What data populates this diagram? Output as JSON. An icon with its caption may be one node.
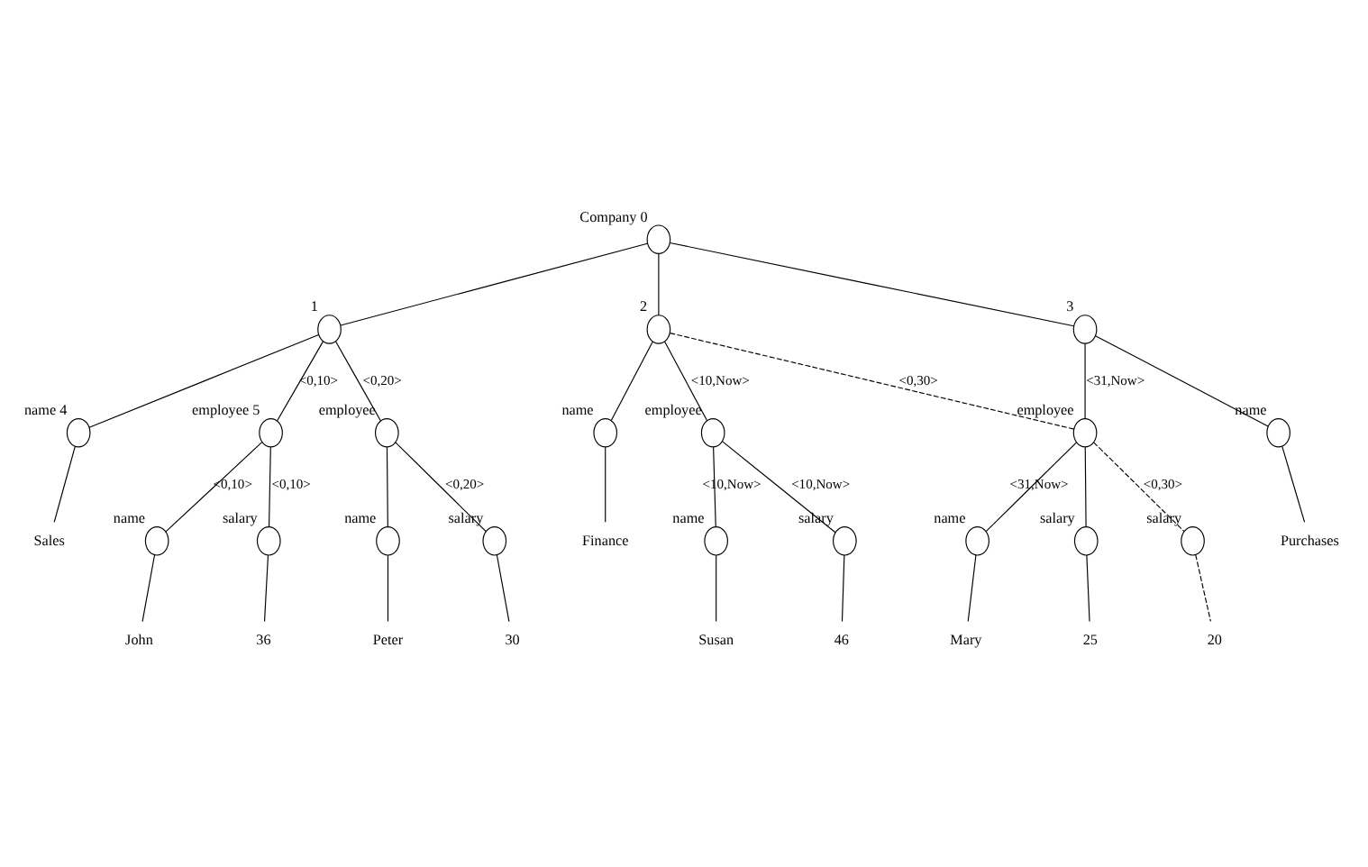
{
  "diagram": {
    "nodes": [
      {
        "text": [],
        "shape": "circle",
        "beside": [
          "Company",
          "0"
        ]
      },
      {
        "text": [],
        "shape": "circle",
        "beside": [
          "1"
        ]
      },
      {
        "text": [],
        "shape": "circle",
        "beside": [
          "2"
        ]
      },
      {
        "text": [],
        "shape": "circle",
        "beside": [
          "3"
        ]
      },
      {
        "text": [],
        "shape": "circle",
        "beside": [
          "name",
          "4"
        ]
      },
      {
        "text": [],
        "shape": "circle",
        "beside": [
          "employee",
          "5"
        ]
      },
      {
        "text": [],
        "shape": "circle",
        "beside": [
          "employee"
        ]
      },
      {
        "text": [],
        "shape": "circle",
        "beside": [
          "name"
        ]
      },
      {
        "text": [],
        "shape": "circle",
        "beside": [
          "employee"
        ]
      },
      {
        "text": [],
        "shape": "circle",
        "beside": [
          "name"
        ]
      },
      {
        "text": [],
        "shape": "circle",
        "beside": [
          "employee"
        ]
      },
      {
        "text": [],
        "shape": "circle",
        "beside": [
          "name"
        ]
      },
      {
        "text": [],
        "shape": "circle",
        "beside": [
          "salary"
        ]
      },
      {
        "text": [],
        "shape": "circle",
        "beside": [
          "name"
        ]
      },
      {
        "text": [],
        "shape": "circle",
        "beside": [
          "salary"
        ]
      },
      {
        "text": [],
        "shape": "circle",
        "beside": [
          "name"
        ]
      },
      {
        "text": [],
        "shape": "circle",
        "beside": [
          "salary"
        ]
      },
      {
        "text": [],
        "shape": "circle",
        "beside": [
          "name"
        ]
      },
      {
        "text": [],
        "shape": "circle",
        "beside": [
          "salary"
        ]
      },
      {
        "text": [],
        "shape": "circle",
        "beside": [
          "salary"
        ]
      },
      {
        "text": [
          "Sales"
        ]
      },
      {
        "text": [
          "Finance"
        ]
      },
      {
        "text": [
          "Purchases"
        ]
      },
      {
        "text": [
          "John"
        ]
      },
      {
        "text": [
          "36"
        ]
      },
      {
        "text": [
          "Peter"
        ]
      },
      {
        "text": [
          "30"
        ]
      },
      {
        "text": [
          "Susan"
        ]
      },
      {
        "text": [
          "46"
        ]
      },
      {
        "text": [
          "Mary"
        ]
      },
      {
        "text": [
          "25"
        ]
      },
      {
        "text": [
          "20"
        ]
      }
    ],
    "edges": [
      {
        "from": 0,
        "to": 1,
        "arrow": "none"
      },
      {
        "from": 0,
        "to": 2,
        "arrow": "none"
      },
      {
        "from": 0,
        "to": 3,
        "arrow": "none"
      },
      {
        "from": 1,
        "to": 4,
        "arrow": "none"
      },
      {
        "from": 1,
        "to": 5,
        "arrow": "none",
        "label": "<0,10>"
      },
      {
        "from": 1,
        "to": 6,
        "arrow": "none",
        "label": "<0,20>"
      },
      {
        "from": 2,
        "to": 7,
        "arrow": "none"
      },
      {
        "from": 2,
        "to": 8,
        "arrow": "none",
        "label": "<10,Now>"
      },
      {
        "from": 3,
        "to": 9,
        "arrow": "none"
      },
      {
        "from": 3,
        "to": 10,
        "arrow": "none",
        "label": "<31,Now>"
      },
      {
        "from": 2,
        "to": 10,
        "arrow": "none",
        "label": "<0,30>",
        "style": "dashed"
      },
      {
        "from": 4,
        "to": 20,
        "arrow": "none"
      },
      {
        "from": 5,
        "to": 11,
        "arrow": "none",
        "label": "<0,10>"
      },
      {
        "from": 5,
        "to": 12,
        "arrow": "none",
        "label": "<0,10>"
      },
      {
        "from": 6,
        "to": 13,
        "arrow": "none"
      },
      {
        "from": 6,
        "to": 14,
        "arrow": "none",
        "label": "<0,20>"
      },
      {
        "from": 7,
        "to": 21,
        "arrow": "none"
      },
      {
        "from": 8,
        "to": 15,
        "arrow": "none",
        "label": "<10,Now>"
      },
      {
        "from": 8,
        "to": 16,
        "arrow": "none",
        "label": "<10,Now>"
      },
      {
        "from": 9,
        "to": 22,
        "arrow": "none"
      },
      {
        "from": 10,
        "to": 17,
        "arrow": "none",
        "label": "<31,Now>"
      },
      {
        "from": 10,
        "to": 18,
        "arrow": "none"
      },
      {
        "from": 10,
        "to": 19,
        "arrow": "none",
        "label": "<0,30>",
        "style": "dashed"
      },
      {
        "from": 11,
        "to": 23,
        "arrow": "none"
      },
      {
        "from": 12,
        "to": 24,
        "arrow": "none"
      },
      {
        "from": 13,
        "to": 25,
        "arrow": "none"
      },
      {
        "from": 14,
        "to": 26,
        "arrow": "none"
      },
      {
        "from": 15,
        "to": 27,
        "arrow": "none"
      },
      {
        "from": 16,
        "to": 28,
        "arrow": "none"
      },
      {
        "from": 17,
        "to": 29,
        "arrow": "none"
      },
      {
        "from": 18,
        "to": 30,
        "arrow": "none"
      },
      {
        "from": 19,
        "to": 31,
        "arrow": "none",
        "style": "dashed"
      }
    ]
  }
}
